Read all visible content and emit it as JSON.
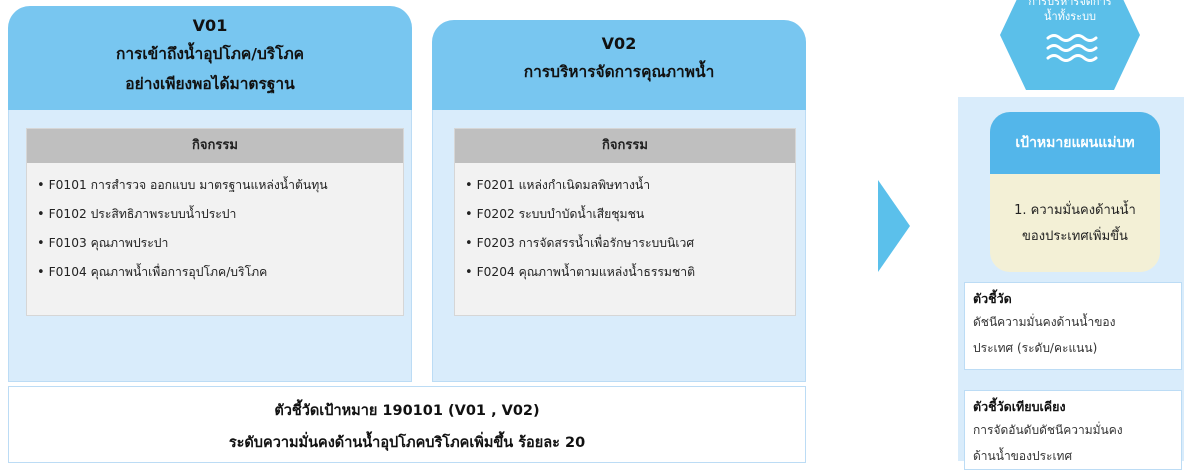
{
  "v01": {
    "code": "V01",
    "title_line1": "การเข้าถึงน้ำอุปโภค/บริโภค",
    "title_line2": "อย่างเพียงพอได้มาตรฐาน",
    "activity_header": "กิจกรรม",
    "activities": [
      "F0101 การสำรวจ ออกแบบ มาตรฐานแหล่งน้ำต้นทุน",
      "F0102 ประสิทธิภาพระบบน้ำประปา",
      "F0103 คุณภาพประปา",
      "F0104 คุณภาพน้ำเพื่อการอุปโภค/บริโภค"
    ]
  },
  "v02": {
    "code": "V02",
    "title_line1": "การบริหารจัดการคุณภาพน้ำ",
    "activity_header": "กิจกรรม",
    "activities": [
      "F0201 แหล่งกำเนิดมลพิษทางน้ำ",
      "F0202 ระบบบำบัดน้ำเสียชุมชน",
      "F0203 การจัดสรรน้ำเพื่อรักษาระบบนิเวศ",
      "F0204 คุณภาพน้ำตามแหล่งน้ำธรรมชาติ"
    ]
  },
  "target": {
    "line1": "ตัวชี้วัดเป้าหมาย 190101 (V01 , V02)",
    "line2": "ระดับความมั่นคงด้านน้ำอุปโภคบริโภคเพิ่มขึ้น ร้อยละ 20"
  },
  "hexagon": {
    "line1": "การบริหารจัดการ",
    "line2": "น้ำทั้งระบบ",
    "icon": "water-waves-icon"
  },
  "plan": {
    "header": "เป้าหมายแผนแม่บท",
    "line1": "1. ความมั่นคงด้านน้ำ",
    "line2": "ของประเทศเพิ่มขึ้น"
  },
  "indicator": {
    "title": "ตัวชี้วัด",
    "line1": "ดัชนีความมั่นคงด้านน้ำของ",
    "line2": "ประเทศ (ระดับ/คะแนน)"
  },
  "benchmark": {
    "title": "ตัวชี้วัดเทียบเคียง",
    "line1": "การจัดอันดับดัชนีความมั่นคง",
    "line2": "ด้านน้ำของประเทศ"
  },
  "colors": {
    "card_body": "#d9ecfb",
    "card_head": "#78c6f0",
    "arrow": "#5bc0eb",
    "hexagon": "#5bbfe9",
    "plan_head": "#53b6ea",
    "plan_body": "#f3f0d6"
  }
}
